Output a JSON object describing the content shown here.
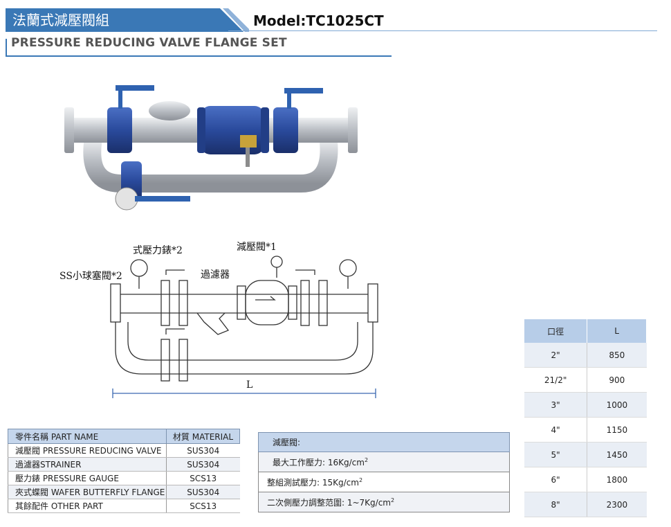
{
  "header": {
    "title_cn": "法蘭式減壓閥組",
    "model": "Model:TC1025CT",
    "subtitle": "PRESSURE REDUCING VALVE FLANGE SET"
  },
  "diagram": {
    "label_pressure_valve": "減壓閥*1",
    "label_gauge": "式壓力錶*2",
    "label_ball_valve": "SS小球塞閥*2",
    "label_strainer": "過濾器",
    "label_length": "L"
  },
  "parts_table": {
    "headers": [
      "零件名稱 PART NAME",
      "材質 MATERIAL"
    ],
    "rows": [
      [
        "減壓閥 PRESSURE REDUCING VALVE",
        "SUS304"
      ],
      [
        "過濾器STRAINER",
        "SUS304"
      ],
      [
        "壓力錶 PRESSURE GAUGE",
        "SCS13"
      ],
      [
        "夾式蝶閥 WAFER BUTTERFLY FLANGE",
        "SUS304"
      ],
      [
        "其餘配件 OTHER PART",
        "SCS13"
      ]
    ]
  },
  "spec_table": {
    "header": "減壓閥:",
    "rows": [
      {
        "text": "最大工作壓力: 16Kg/cm",
        "sup": "2"
      },
      {
        "text": "整組測試壓力: 15Kg/cm",
        "sup": "2"
      },
      {
        "text": "二次側壓力調整范圍: 1~7Kg/cm",
        "sup": "2"
      }
    ]
  },
  "dims_table": {
    "headers": [
      "口徑",
      "L"
    ],
    "rows": [
      [
        "2\"",
        "850"
      ],
      [
        "21/2\"",
        "900"
      ],
      [
        "3\"",
        "1000"
      ],
      [
        "4\"",
        "1150"
      ],
      [
        "5\"",
        "1450"
      ],
      [
        "6\"",
        "1800"
      ],
      [
        "8\"",
        "2300"
      ]
    ]
  },
  "colors": {
    "accent": "#3a78b6",
    "valve_blue": "#2b4fa3",
    "steel": "#c9ccd1"
  }
}
